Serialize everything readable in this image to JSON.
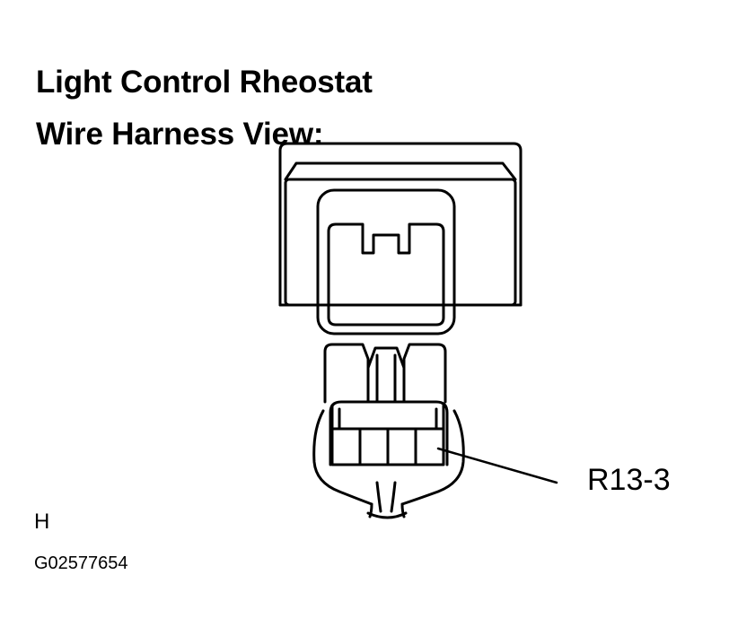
{
  "title": {
    "line1": "Light Control Rheostat",
    "line2": "Wire Harness View:"
  },
  "callout": {
    "label": "R13-3",
    "target": "terminal 3"
  },
  "code_letter": "H",
  "figure_id": "G02577654",
  "colors": {
    "ink": "#000000",
    "paper": "#ffffff"
  }
}
